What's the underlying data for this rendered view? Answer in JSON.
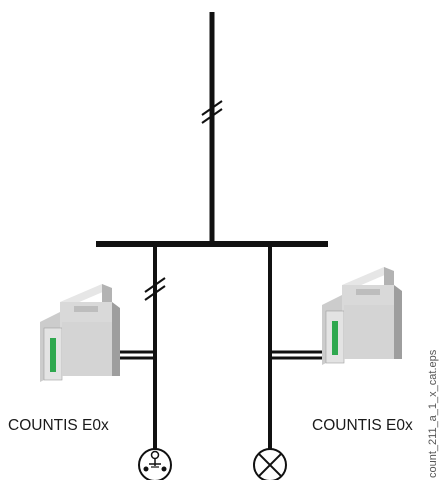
{
  "colors": {
    "line": "#111111",
    "meter_body": "#d9d9d9",
    "meter_shade": "#b3b3b3",
    "meter_dark": "#8c8c8c",
    "led": "#2fa84f"
  },
  "icons": [
    "meter-device-icon",
    "socket-outlet-icon",
    "lamp-icon"
  ],
  "labels": {
    "meter_left": "COUNTIS E0x",
    "meter_right": "COUNTIS E0x",
    "side_caption": "count_211_a_1_x_cat.eps"
  }
}
